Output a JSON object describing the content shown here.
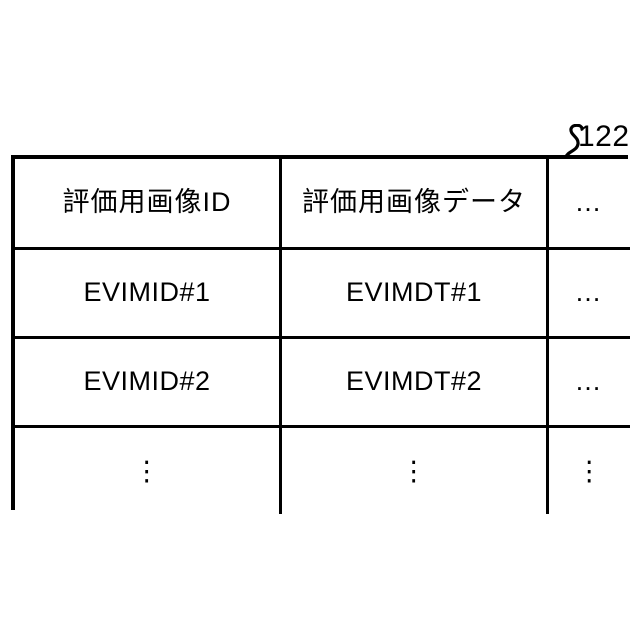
{
  "figure": {
    "reference_numeral": "122",
    "leader_icon": "curved-leader-line"
  },
  "table": {
    "columns": [
      {
        "key": "id",
        "header": "評価用画像ID"
      },
      {
        "key": "data",
        "header": "評価用画像データ"
      },
      {
        "key": "more",
        "header": "…"
      }
    ],
    "rows": [
      {
        "id": "EVIMID#1",
        "data": "EVIMDT#1",
        "more": "…"
      },
      {
        "id": "EVIMID#2",
        "data": "EVIMDT#2",
        "more": "…"
      },
      {
        "id": "⋮",
        "data": "⋮",
        "more": "⋮"
      }
    ]
  },
  "colors": {
    "line": "#000000",
    "background": "#ffffff",
    "text": "#000000"
  }
}
